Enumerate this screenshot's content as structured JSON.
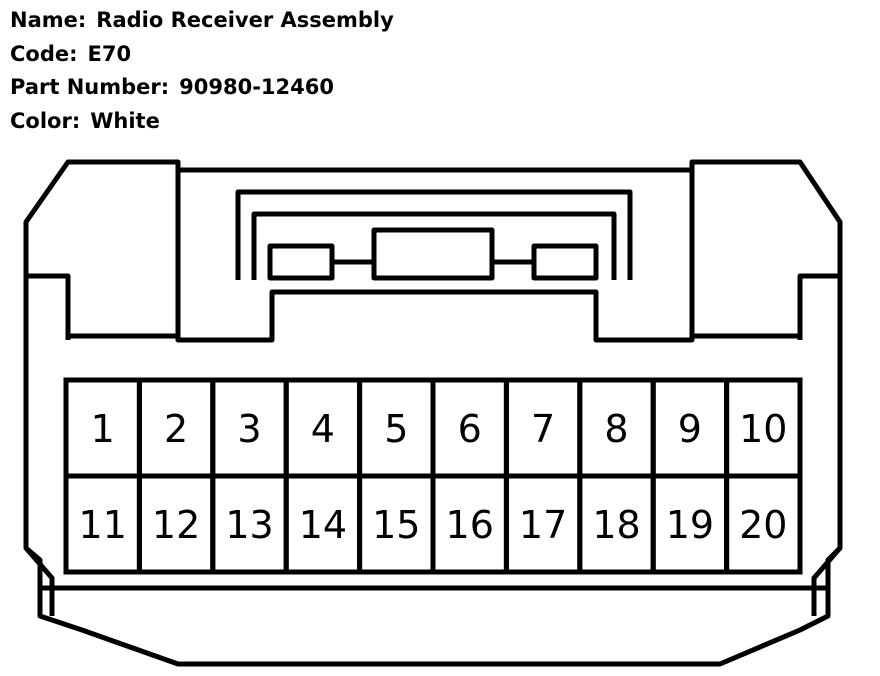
{
  "info": {
    "name_label": "Name:",
    "name_value": "Radio Receiver Assembly",
    "code_label": "Code:",
    "code_value": "E70",
    "part_label": "Part Number:",
    "part_value": "90980-12460",
    "color_label": "Color:",
    "color_value": "White"
  },
  "connector": {
    "rows": 2,
    "columns": 10,
    "pins": [
      "1",
      "2",
      "3",
      "4",
      "5",
      "6",
      "7",
      "8",
      "9",
      "10",
      "11",
      "12",
      "13",
      "14",
      "15",
      "16",
      "17",
      "18",
      "19",
      "20"
    ]
  }
}
